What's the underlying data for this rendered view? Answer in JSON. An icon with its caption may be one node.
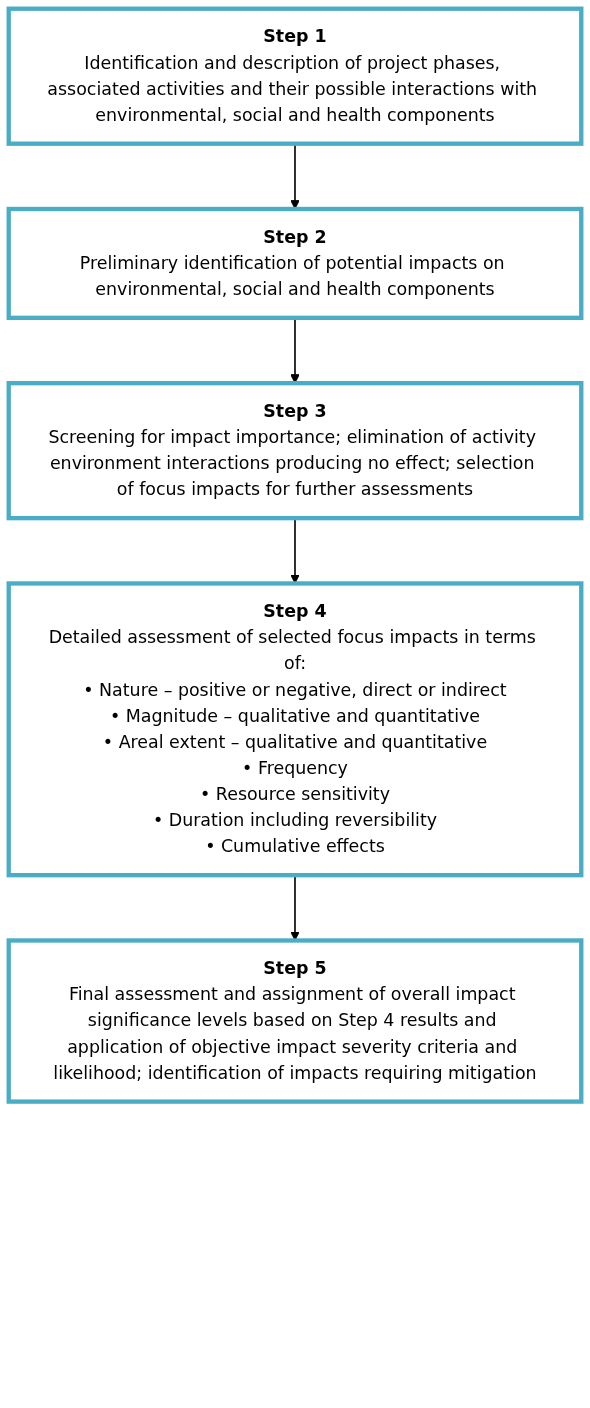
{
  "diagram": {
    "nodes": [
      {
        "text": [
          "Step 1",
          "Identification and description of project phases, associated activities and their possible interactions with environmental, social and health components"
        ]
      },
      {
        "text": [
          "Step 2",
          "Preliminary identification of potential impacts on environmental, social and health components"
        ]
      },
      {
        "text": [
          "Step 3",
          "Screening for impact importance; elimination of activity environment interactions producing no effect; selection of focus impacts for further assessments"
        ]
      },
      {
        "text": [
          "Step 4",
          "Detailed assessment of selected focus impacts in terms of:",
          "• Nature – positive or negative, direct or indirect",
          "• Magnitude – qualitative and quantitative",
          "• Areal extent – qualitative and quantitative",
          "• Frequency",
          "• Resource sensitivity",
          "• Duration including reversibility",
          "• Cumulative effects"
        ]
      },
      {
        "text": [
          "Step 5",
          "Final assessment and assignment of overall impact significance levels based on Step 4 results and application of objective impact severity criteria and likelihood; identification of impacts requiring mitigation"
        ]
      }
    ],
    "edges": [
      {
        "from": 0,
        "to": 1,
        "arrow": "to"
      },
      {
        "from": 1,
        "to": 2,
        "arrow": "to"
      },
      {
        "from": 2,
        "to": 3,
        "arrow": "to"
      },
      {
        "from": 3,
        "to": 4,
        "arrow": "to"
      }
    ]
  }
}
